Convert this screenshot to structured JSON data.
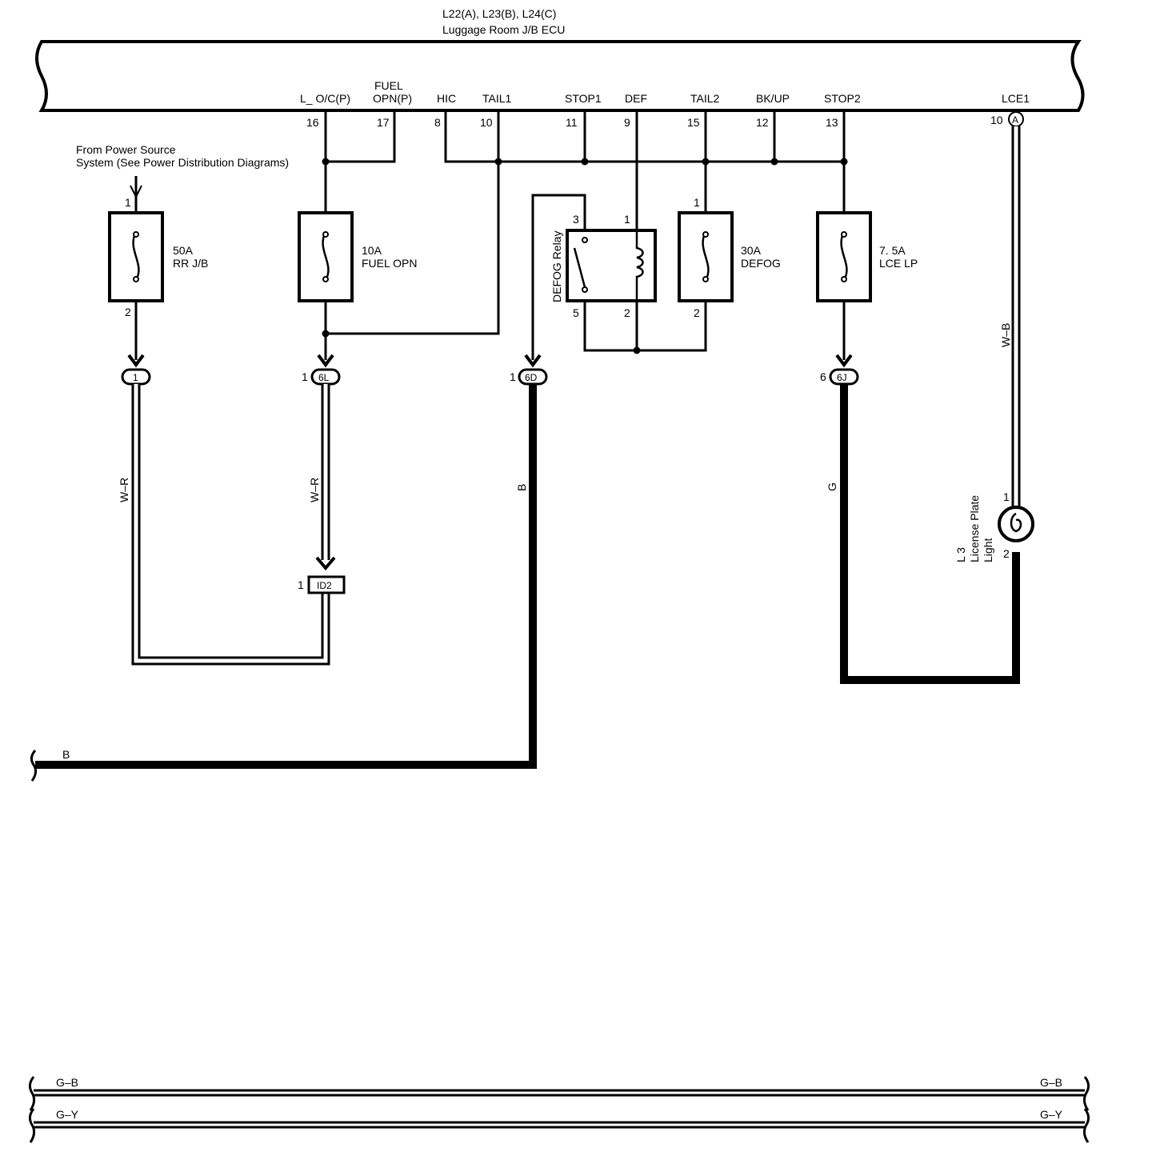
{
  "ecu": {
    "title_line1": "L22(A), L23(B), L24(C)",
    "title_line2": "Luggage Room J/B ECU",
    "terminals": [
      {
        "id": "loc",
        "label": "L_ O/C(P)",
        "pin": "16"
      },
      {
        "id": "fuel",
        "label_line1": "FUEL",
        "label_line2": "OPN(P)",
        "pin": "17"
      },
      {
        "id": "hic",
        "label": "HIC",
        "pin": "8"
      },
      {
        "id": "tail1",
        "label": "TAIL1",
        "pin": "10"
      },
      {
        "id": "stop1",
        "label": "STOP1",
        "pin": "11"
      },
      {
        "id": "def",
        "label": "DEF",
        "pin": "9"
      },
      {
        "id": "tail2",
        "label": "TAIL2",
        "pin": "15"
      },
      {
        "id": "bkup",
        "label": "BK/UP",
        "pin": "12"
      },
      {
        "id": "stop2",
        "label": "STOP2",
        "pin": "13"
      },
      {
        "id": "lce1",
        "label": "LCE1",
        "pin": "10",
        "connector": "A"
      }
    ]
  },
  "power_source": {
    "line1": "From Power Source",
    "line2": "System (See  Power Distribution Diagrams)"
  },
  "fuses": [
    {
      "id": "rrjb",
      "rating": "50A",
      "name": "RR J/B",
      "pin_top": "1",
      "pin_bottom": "2"
    },
    {
      "id": "fuelopn",
      "rating": "10A",
      "name": "FUEL OPN"
    },
    {
      "id": "defog",
      "rating": "30A",
      "name": "DEFOG",
      "pin_top": "1",
      "pin_bottom": "2"
    },
    {
      "id": "lcelp",
      "rating": "7. 5A",
      "name": "LCE LP"
    }
  ],
  "relay": {
    "name": "DEFOG Relay",
    "pins": {
      "p3": "3",
      "p1": "1",
      "p5": "5",
      "p2": "2"
    }
  },
  "connectors": [
    {
      "id": "c1",
      "label": "1",
      "pin": ""
    },
    {
      "id": "c6l",
      "label": "6L",
      "pin": "1"
    },
    {
      "id": "c6d",
      "label": "6D",
      "pin": "1"
    },
    {
      "id": "c6j",
      "label": "6J",
      "pin": "6"
    },
    {
      "id": "cid2",
      "label": "ID2",
      "pin": "1"
    }
  ],
  "wire_colors": {
    "wr1": "W–R",
    "wr2": "W–R",
    "b_vert": "B",
    "b_horiz": "B",
    "g": "G",
    "wb": "W–B"
  },
  "lamp": {
    "code": "L 3",
    "name_line1": "License Plate",
    "name_line2": "Light",
    "pin_top": "1",
    "pin_bottom": "2"
  },
  "buses": [
    {
      "left": "G–B",
      "right": "G–B"
    },
    {
      "left": "G–Y",
      "right": "G–Y"
    }
  ]
}
